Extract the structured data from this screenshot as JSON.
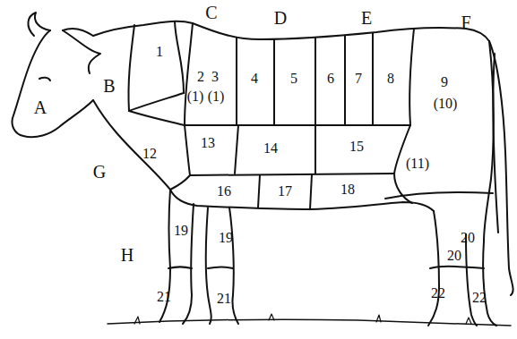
{
  "diagram": {
    "labels": [
      "C",
      "D",
      "E",
      "F",
      "1",
      "2",
      "(1)",
      "3",
      "(1)",
      "4",
      "5",
      "6",
      "7",
      "8",
      "9",
      "(10)",
      "A",
      "B",
      "12",
      "13",
      "14",
      "15",
      "(11)",
      "G",
      "16",
      "17",
      "18",
      "20",
      "H",
      "19",
      "19",
      "20",
      "21",
      "21",
      "22",
      "22"
    ]
  }
}
